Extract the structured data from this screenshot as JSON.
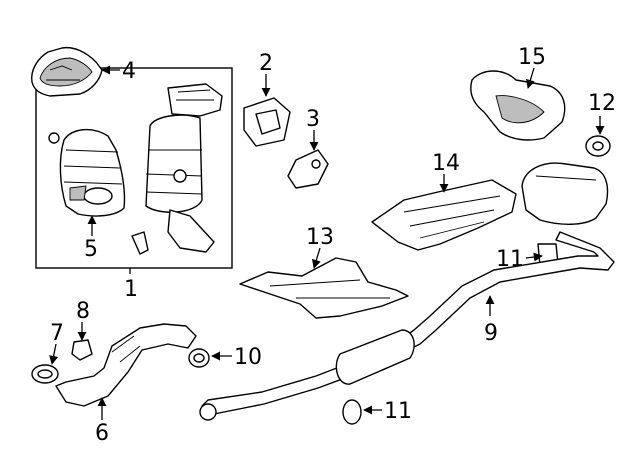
{
  "diagram": {
    "callouts": [
      {
        "id": "c1",
        "text": "1"
      },
      {
        "id": "c2",
        "text": "2"
      },
      {
        "id": "c3",
        "text": "3"
      },
      {
        "id": "c4",
        "text": "4"
      },
      {
        "id": "c5",
        "text": "5"
      },
      {
        "id": "c6",
        "text": "6"
      },
      {
        "id": "c7",
        "text": "7"
      },
      {
        "id": "c8",
        "text": "8"
      },
      {
        "id": "c9",
        "text": "9"
      },
      {
        "id": "c10",
        "text": "10"
      },
      {
        "id": "c11a",
        "text": "11"
      },
      {
        "id": "c11b",
        "text": "11"
      },
      {
        "id": "c12",
        "text": "12"
      },
      {
        "id": "c13",
        "text": "13"
      },
      {
        "id": "c14",
        "text": "14"
      },
      {
        "id": "c15",
        "text": "15"
      }
    ],
    "colors": {
      "line": "#000000",
      "background": "#ffffff",
      "shading": "#bdbdbd"
    }
  }
}
